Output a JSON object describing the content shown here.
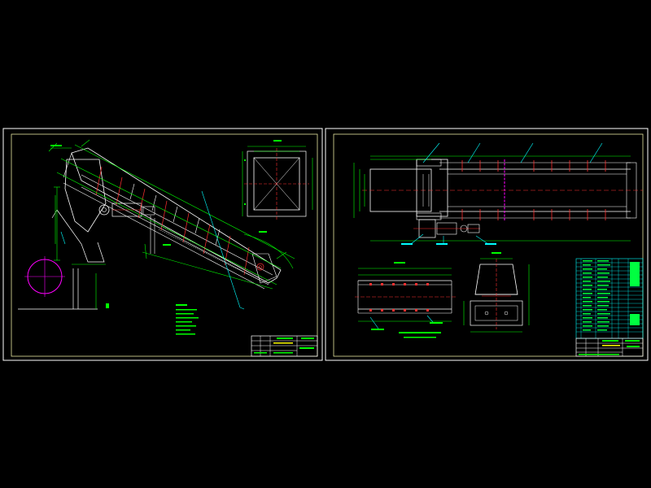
{
  "colors": {
    "background": "#000000",
    "frame": "#ffffff",
    "border": "#f2f2a0",
    "outline": "#ffffff",
    "dimension": "#00ff00",
    "centerline": "#ff3030",
    "motor": "#ff00ff",
    "leader": "#00ffff",
    "table_line": "#00ffff",
    "table_text": "#00ff40",
    "title_block_bg": "#000000"
  },
  "sheets": [
    {
      "name": "sheet-1",
      "view": "inclined-conveyor-side-view",
      "drawing_no": ""
    },
    {
      "name": "sheet-2",
      "view": "conveyor-plan-and-section-views",
      "drawing_no": ""
    }
  ],
  "sheet1": {
    "notes_lines": 7,
    "has_circle_detail": true
  },
  "sheet2": {
    "parts_table_rows": 18,
    "has_plan_view": true,
    "has_front_section": true,
    "has_cross_section": true
  }
}
